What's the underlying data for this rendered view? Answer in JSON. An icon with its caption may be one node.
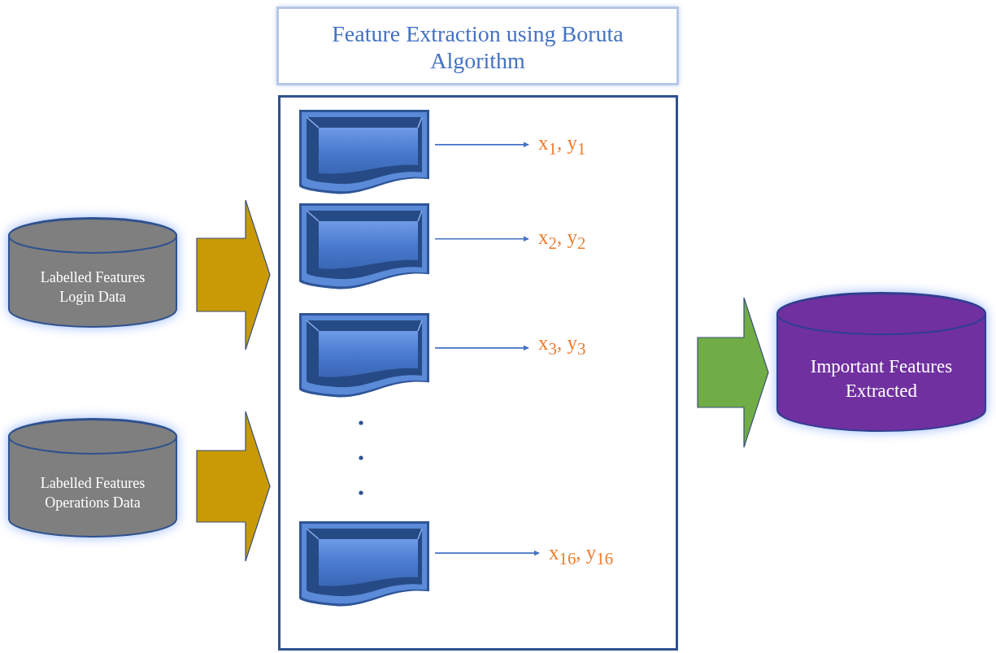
{
  "diagram": {
    "nodes": [
      {
        "text": [
          "Feature Extraction using Boruta Algorithm"
        ]
      },
      {
        "text": [],
        "shape": "box"
      },
      {
        "text": [],
        "shape": "document",
        "in": 1
      },
      {
        "text": [],
        "shape": "document",
        "in": 1
      },
      {
        "text": [],
        "shape": "document",
        "in": 1
      },
      {
        "text": [],
        "shape": "document",
        "in": 1
      },
      {
        "text": [
          "x$_{1}$, y$_{1}$"
        ],
        "in": 1
      },
      {
        "text": [
          "x$_{2}$, y$_{2}$"
        ],
        "in": 1
      },
      {
        "text": [
          "x$_{3}$, y$_{3}$"
        ],
        "in": 1
      },
      {
        "text": [
          "x$_{16}$, y$_{16}$"
        ],
        "in": 1
      },
      {
        "text": [
          "Labelled Features Login Data"
        ]
      },
      {
        "text": [
          "Labelled Features Operations Data"
        ]
      },
      {
        "text": [
          "Important Features Extracted"
        ]
      }
    ],
    "edges": [
      {
        "from": 2,
        "to": 6,
        "arrow": "to"
      },
      {
        "from": 3,
        "to": 7,
        "arrow": "to"
      },
      {
        "from": 4,
        "to": 8,
        "arrow": "to"
      },
      {
        "from": 5,
        "to": 9,
        "arrow": "to"
      },
      {
        "from": 10,
        "to": 1,
        "arrow": "to",
        "style": "thick",
        "color": "#c99a06"
      },
      {
        "from": 11,
        "to": 1,
        "arrow": "to",
        "style": "thick",
        "color": "#c99a06"
      },
      {
        "from": 1,
        "to": 12,
        "arrow": "to",
        "style": "thick",
        "color": "#70ad47"
      }
    ]
  }
}
